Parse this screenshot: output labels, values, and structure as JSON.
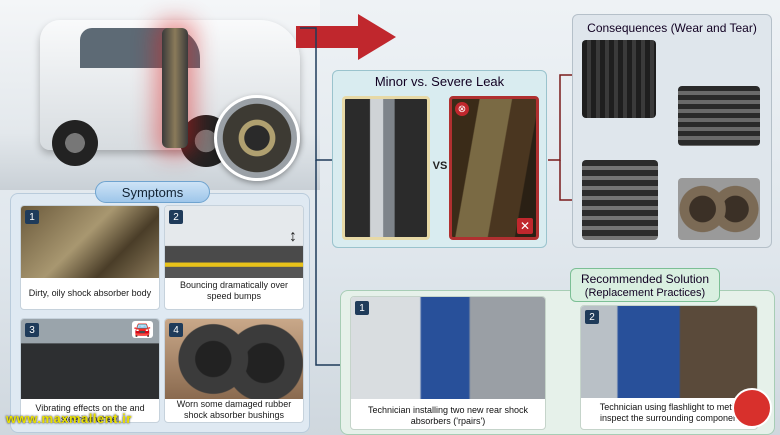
{
  "symptoms": {
    "title": "Symptoms",
    "items": [
      {
        "num": "1",
        "caption": "Dirty, oily shock absorber body"
      },
      {
        "num": "2",
        "caption": "Bouncing dramatically over speed bumps"
      },
      {
        "num": "3",
        "caption": "Vibrating effects on the and steering wheel"
      },
      {
        "num": "4",
        "caption": "Worn some damaged rubber shock absorber bushings"
      }
    ]
  },
  "leak": {
    "title": "Minor vs. Severe Leak",
    "vs": "VS"
  },
  "consequences": {
    "title": "Consequences (Wear and Tear)"
  },
  "solution": {
    "title_line1": "Recommended Solution",
    "title_line2": "(Replacement Practices)",
    "steps": [
      {
        "num": "1",
        "caption": "Technician installing two new rear shock absorbers ('rpairs')"
      },
      {
        "num": "2",
        "caption": "Technician using flashlight to metic inspect the surrounding componen"
      }
    ]
  },
  "watermark": "www.maxmallent.ir",
  "colors": {
    "severe": "#b03030",
    "solution": "#4d9a6a",
    "symptoms": "#6fa3cf"
  },
  "icons": [
    "warning-circle-icon",
    "x-mark-icon",
    "car-vibration-icon",
    "up-down-arrow-icon",
    "big-red-arrow-icon",
    "logo-badge-icon"
  ]
}
